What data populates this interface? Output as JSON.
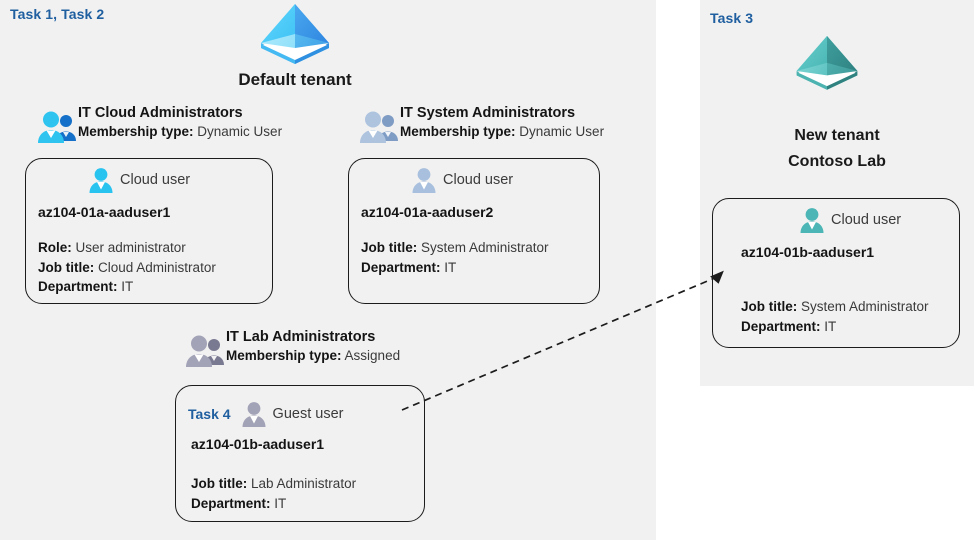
{
  "panels": {
    "left": {
      "task_label": "Task 1, Task 2"
    },
    "right": {
      "task_label": "Task 3"
    }
  },
  "tenants": [
    {
      "name": "default-tenant",
      "title": "Default tenant",
      "icon": "azure-ad-tenant-icon",
      "color": "#32b5f0"
    },
    {
      "name": "new-tenant",
      "title_line1": "New  tenant",
      "title_line2": "Contoso Lab",
      "icon": "azure-ad-tenant-icon",
      "color": "#4cbdbd"
    }
  ],
  "groups": [
    {
      "id": "it-cloud-administrators",
      "name": "IT Cloud Administrators",
      "membership_label": "Membership type:",
      "membership_value": "Dynamic User",
      "icon": "group-users-icon",
      "icon_color": "#2ec4ef"
    },
    {
      "id": "it-system-administrators",
      "name": "IT System Administrators",
      "membership_label": "Membership type:",
      "membership_value": "Dynamic User",
      "icon": "group-users-icon",
      "icon_color": "#a8c0de"
    },
    {
      "id": "it-lab-administrators",
      "name": "IT Lab Administrators",
      "membership_label": "Membership type:",
      "membership_value": "Assigned",
      "icon": "group-users-icon",
      "icon_color": "#9a9ab0"
    }
  ],
  "cards": [
    {
      "id": "az104-01a-aaduser1",
      "user_type": "Cloud user",
      "user_icon": "cloud-user-icon",
      "icon_color": "#29c3f0",
      "username": "az104-01a-aaduser1",
      "task_tag": "",
      "attributes": [
        {
          "label": "Role:",
          "value": "User administrator"
        },
        {
          "label": "Job title:",
          "value": "Cloud Administrator"
        },
        {
          "label": "Department:",
          "value": "IT"
        }
      ]
    },
    {
      "id": "az104-01a-aaduser2",
      "user_type": "Cloud user",
      "user_icon": "cloud-user-icon",
      "icon_color": "#a8c0de",
      "username": "az104-01a-aaduser2",
      "task_tag": "",
      "attributes": [
        {
          "label": "Job title:",
          "value": "System Administrator"
        },
        {
          "label": "Department:",
          "value": "IT"
        }
      ]
    },
    {
      "id": "az104-01b-aaduser1-guest",
      "user_type": "Guest user",
      "user_icon": "guest-user-icon",
      "icon_color": "#9a9ab0",
      "username": "az104-01b-aaduser1",
      "task_tag": "Task 4",
      "attributes": [
        {
          "label": "Job title:",
          "value": "Lab Administrator"
        },
        {
          "label": "Department:",
          "value": "IT"
        }
      ]
    },
    {
      "id": "az104-01b-aaduser1-cloud",
      "user_type": "Cloud user",
      "user_icon": "cloud-user-icon",
      "icon_color": "#4cb5b5",
      "username": "az104-01b-aaduser1",
      "task_tag": "",
      "attributes": [
        {
          "label": "Job title:",
          "value": "System Administrator"
        },
        {
          "label": "Department:",
          "value": "IT"
        }
      ]
    }
  ],
  "connector": {
    "name": "invite-guest-arrow",
    "style": "dashed-arrow",
    "color": "#1c1c1c"
  }
}
